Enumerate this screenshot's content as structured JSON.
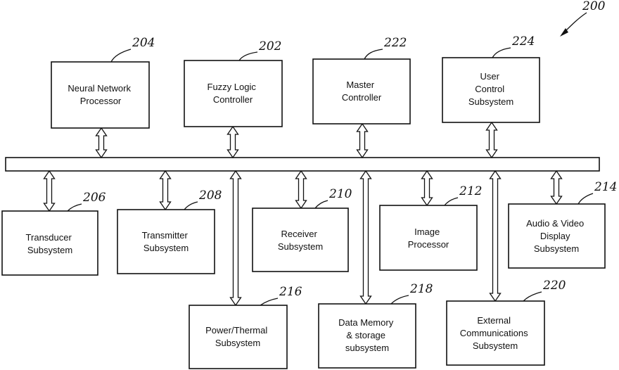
{
  "figure_ref": "200",
  "blocks": {
    "nn": {
      "ref": "204",
      "lines": [
        "Neural Network",
        "Processor"
      ]
    },
    "fuzzy": {
      "ref": "202",
      "lines": [
        "Fuzzy Logic",
        "Controller"
      ]
    },
    "master": {
      "ref": "222",
      "lines": [
        "Master",
        "Controller"
      ]
    },
    "user": {
      "ref": "224",
      "lines": [
        "User",
        "Control",
        "Subsystem"
      ]
    },
    "trans": {
      "ref": "206",
      "lines": [
        "Transducer",
        "Subsystem"
      ]
    },
    "tx": {
      "ref": "208",
      "lines": [
        "Transmitter",
        "Subsystem"
      ]
    },
    "rx": {
      "ref": "210",
      "lines": [
        "Receiver",
        "Subsystem"
      ]
    },
    "img": {
      "ref": "212",
      "lines": [
        "Image",
        "Processor"
      ]
    },
    "av": {
      "ref": "214",
      "lines": [
        "Audio & Video",
        "Display",
        "Subsystem"
      ]
    },
    "pwr": {
      "ref": "216",
      "lines": [
        "Power/Thermal",
        "Subsystem"
      ]
    },
    "mem": {
      "ref": "218",
      "lines": [
        "Data Memory",
        "& storage",
        "subsystem"
      ]
    },
    "ext": {
      "ref": "220",
      "lines": [
        "External",
        "Communications",
        "Subsystem"
      ]
    }
  }
}
